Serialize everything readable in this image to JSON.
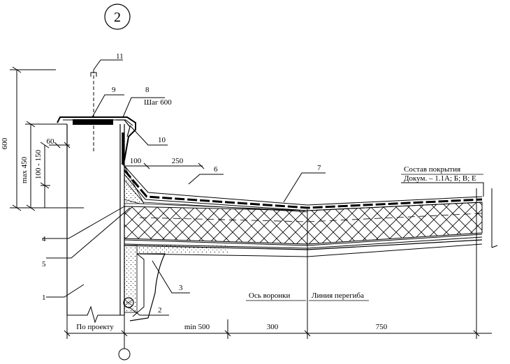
{
  "sheet_number": "2",
  "dimensions": {
    "overall_height": "600",
    "max_height": "max 450",
    "gap_range": "100 - 150",
    "edge_offset": "60",
    "step_100": "100",
    "step_250": "250",
    "by_project": "По проекту",
    "min_500": "min 500",
    "dim_300": "300",
    "dim_750": "750"
  },
  "callouts": {
    "n1": "1",
    "n2": "2",
    "n3": "3",
    "n4": "4",
    "n5": "5",
    "n6": "6",
    "n7": "7",
    "n8": "8",
    "n9": "9",
    "n10": "10",
    "n11": "11"
  },
  "labels": {
    "pitch": "Шаг 600",
    "funnel_axis": "Ось воронки",
    "fold_line": "Линия перегиба",
    "roof_composition_title": "Состав покрытия",
    "roof_composition_doc": "Докум. – 1.1А; Б; В; Е"
  }
}
